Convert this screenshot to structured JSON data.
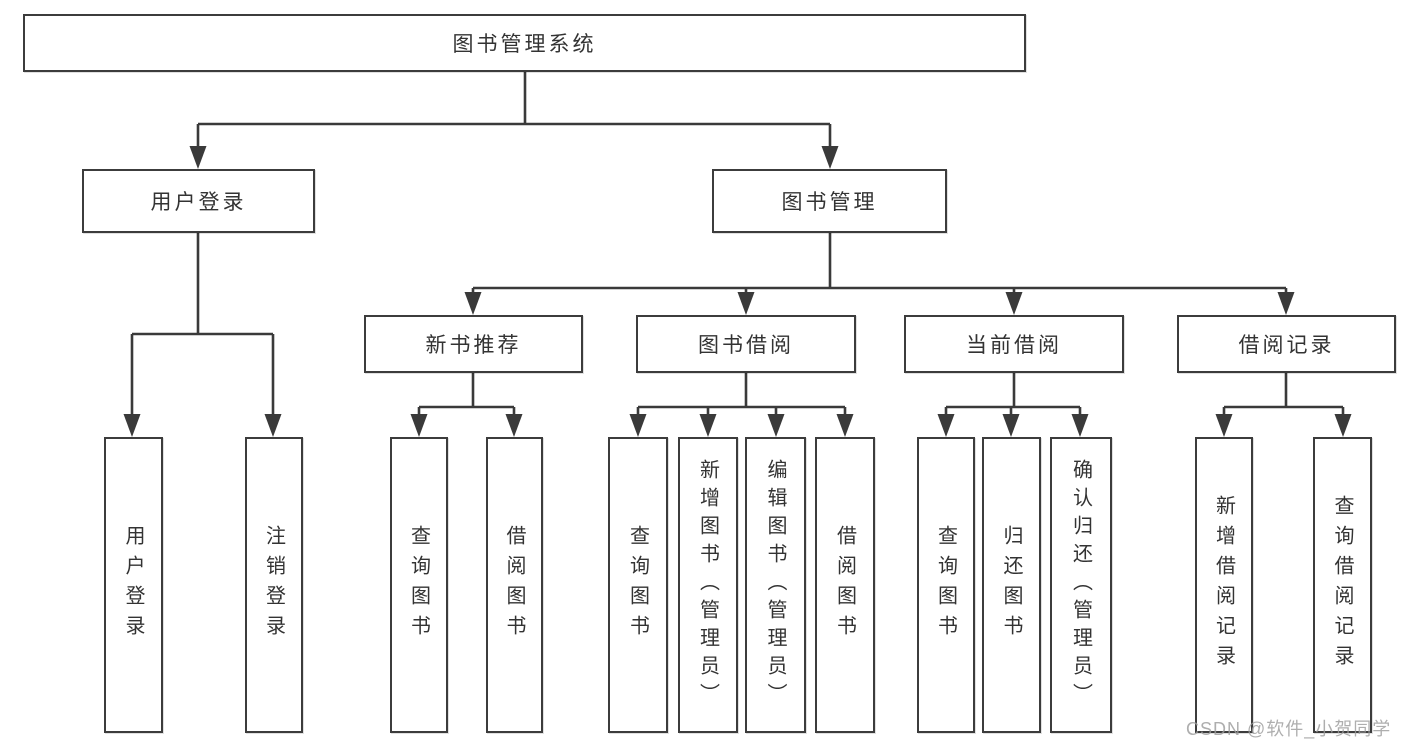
{
  "diagram": {
    "title": "图书管理系统",
    "branches": [
      {
        "label": "用户登录",
        "children": [
          {
            "label": "用户登录"
          },
          {
            "label": "注销登录"
          }
        ]
      },
      {
        "label": "图书管理",
        "children": [
          {
            "label": "新书推荐",
            "children": [
              {
                "label": "查询图书"
              },
              {
                "label": "借阅图书"
              }
            ]
          },
          {
            "label": "图书借阅",
            "children": [
              {
                "label": "查询图书"
              },
              {
                "label": "新增图书（管理员）"
              },
              {
                "label": "编辑图书（管理员）"
              },
              {
                "label": "借阅图书"
              }
            ]
          },
          {
            "label": "当前借阅",
            "children": [
              {
                "label": "查询图书"
              },
              {
                "label": "归还图书"
              },
              {
                "label": "确认归还（管理员）"
              }
            ]
          },
          {
            "label": "借阅记录",
            "children": [
              {
                "label": "新增借阅记录"
              },
              {
                "label": "查询借阅记录"
              }
            ]
          }
        ]
      }
    ],
    "colors": {
      "line": "#3a3a3a",
      "box_border": "#3c3c3c",
      "text": "#333333",
      "background": "#ffffff",
      "watermark": "#9c9c9c"
    }
  },
  "watermark": {
    "text": "CSDN @软件_小贺同学"
  }
}
